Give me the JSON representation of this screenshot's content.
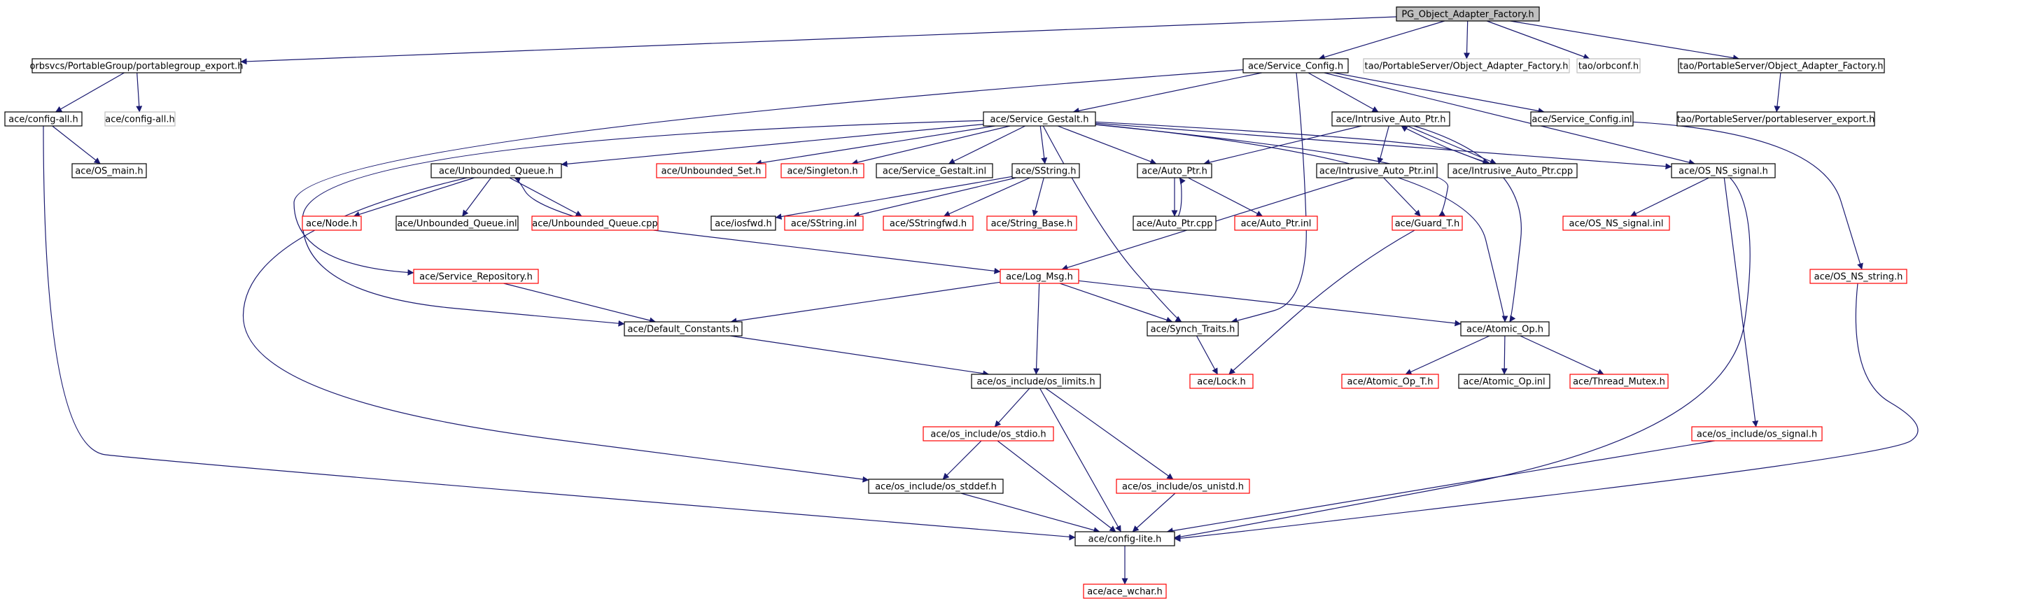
{
  "colors": {
    "edge": "#191970",
    "border_default": "#000000",
    "border_external": "#ff0000",
    "border_missing": "#bfbfbf",
    "root_fill": "#bfbfbf",
    "text": "#000000"
  },
  "nodes": [
    {
      "id": "root",
      "label": "PG_Object_Adapter_Factory.h",
      "kind": "root"
    },
    {
      "id": "pg_export",
      "label": "orbsvcs/PortableGroup/portablegroup_export.h",
      "kind": "default"
    },
    {
      "id": "svc_config",
      "label": "ace/Service_Config.h",
      "kind": "default"
    },
    {
      "id": "tao_oaf",
      "label": "tao/PortableServer/Object_Adapter_Factory.h",
      "kind": "missing"
    },
    {
      "id": "orbconf",
      "label": "tao/orbconf.h",
      "kind": "missing"
    },
    {
      "id": "ps_oaf",
      "label": "tao/PortableServer/Object_Adapter_Factory.h",
      "kind": "default"
    },
    {
      "id": "config_all",
      "label": "ace/config-all.h",
      "kind": "default"
    },
    {
      "id": "config_all2",
      "label": "ace/config-all.h",
      "kind": "missing"
    },
    {
      "id": "ps_export",
      "label": "tao/PortableServer/portableserver_export.h",
      "kind": "default"
    },
    {
      "id": "svc_gestalt",
      "label": "ace/Service_Gestalt.h",
      "kind": "default"
    },
    {
      "id": "intr_ptr",
      "label": "ace/Intrusive_Auto_Ptr.h",
      "kind": "default"
    },
    {
      "id": "svc_config_inl",
      "label": "ace/Service_Config.inl",
      "kind": "default"
    },
    {
      "id": "os_main",
      "label": "ace/OS_main.h",
      "kind": "default"
    },
    {
      "id": "unb_queue",
      "label": "ace/Unbounded_Queue.h",
      "kind": "default"
    },
    {
      "id": "unb_set",
      "label": "ace/Unbounded_Set.h",
      "kind": "external"
    },
    {
      "id": "singleton",
      "label": "ace/Singleton.h",
      "kind": "external"
    },
    {
      "id": "gestalt_inl",
      "label": "ace/Service_Gestalt.inl",
      "kind": "default"
    },
    {
      "id": "sstring",
      "label": "ace/SString.h",
      "kind": "default"
    },
    {
      "id": "auto_ptr",
      "label": "ace/Auto_Ptr.h",
      "kind": "default"
    },
    {
      "id": "intr_ptr_inl",
      "label": "ace/Intrusive_Auto_Ptr.inl",
      "kind": "default"
    },
    {
      "id": "intr_ptr_cpp",
      "label": "ace/Intrusive_Auto_Ptr.cpp",
      "kind": "default"
    },
    {
      "id": "os_ns_signal",
      "label": "ace/OS_NS_signal.h",
      "kind": "default"
    },
    {
      "id": "node_h",
      "label": "ace/Node.h",
      "kind": "external"
    },
    {
      "id": "unb_queue_inl",
      "label": "ace/Unbounded_Queue.inl",
      "kind": "default"
    },
    {
      "id": "unb_queue_cpp",
      "label": "ace/Unbounded_Queue.cpp",
      "kind": "external"
    },
    {
      "id": "iosfwd",
      "label": "ace/iosfwd.h",
      "kind": "default"
    },
    {
      "id": "sstring_inl",
      "label": "ace/SString.inl",
      "kind": "external"
    },
    {
      "id": "sstringfwd",
      "label": "ace/SStringfwd.h",
      "kind": "external"
    },
    {
      "id": "string_base",
      "label": "ace/String_Base.h",
      "kind": "external"
    },
    {
      "id": "auto_ptr_cpp",
      "label": "ace/Auto_Ptr.cpp",
      "kind": "default"
    },
    {
      "id": "auto_ptr_inl",
      "label": "ace/Auto_Ptr.inl",
      "kind": "external"
    },
    {
      "id": "guard_t",
      "label": "ace/Guard_T.h",
      "kind": "external"
    },
    {
      "id": "os_ns_signal_inl",
      "label": "ace/OS_NS_signal.inl",
      "kind": "external"
    },
    {
      "id": "svc_repo",
      "label": "ace/Service_Repository.h",
      "kind": "external"
    },
    {
      "id": "log_msg",
      "label": "ace/Log_Msg.h",
      "kind": "external"
    },
    {
      "id": "os_ns_string",
      "label": "ace/OS_NS_string.h",
      "kind": "external"
    },
    {
      "id": "def_const",
      "label": "ace/Default_Constants.h",
      "kind": "default"
    },
    {
      "id": "synch_traits",
      "label": "ace/Synch_Traits.h",
      "kind": "default"
    },
    {
      "id": "atomic_op",
      "label": "ace/Atomic_Op.h",
      "kind": "default"
    },
    {
      "id": "os_limits",
      "label": "ace/os_include/os_limits.h",
      "kind": "default"
    },
    {
      "id": "lock_h",
      "label": "ace/Lock.h",
      "kind": "external"
    },
    {
      "id": "atomic_op_t",
      "label": "ace/Atomic_Op_T.h",
      "kind": "external"
    },
    {
      "id": "atomic_op_inl",
      "label": "ace/Atomic_Op.inl",
      "kind": "default"
    },
    {
      "id": "thread_mutex",
      "label": "ace/Thread_Mutex.h",
      "kind": "external"
    },
    {
      "id": "os_stdio",
      "label": "ace/os_include/os_stdio.h",
      "kind": "external"
    },
    {
      "id": "os_signal",
      "label": "ace/os_include/os_signal.h",
      "kind": "external"
    },
    {
      "id": "os_stddef",
      "label": "ace/os_include/os_stddef.h",
      "kind": "default"
    },
    {
      "id": "os_unistd",
      "label": "ace/os_include/os_unistd.h",
      "kind": "external"
    },
    {
      "id": "config_lite",
      "label": "ace/config-lite.h",
      "kind": "default"
    },
    {
      "id": "ace_wchar",
      "label": "ace/ace_wchar.h",
      "kind": "external"
    }
  ],
  "edges": [
    [
      "root",
      "pg_export"
    ],
    [
      "root",
      "svc_config"
    ],
    [
      "root",
      "tao_oaf"
    ],
    [
      "root",
      "orbconf"
    ],
    [
      "root",
      "ps_oaf"
    ],
    [
      "pg_export",
      "config_all"
    ],
    [
      "pg_export",
      "config_all2"
    ],
    [
      "ps_oaf",
      "ps_export"
    ],
    [
      "config_all",
      "os_main"
    ],
    [
      "config_all",
      "config_lite"
    ],
    [
      "svc_config",
      "svc_gestalt"
    ],
    [
      "svc_config",
      "intr_ptr"
    ],
    [
      "svc_config",
      "svc_config_inl"
    ],
    [
      "svc_config",
      "os_ns_signal"
    ],
    [
      "svc_config",
      "svc_repo"
    ],
    [
      "svc_config",
      "synch_traits"
    ],
    [
      "svc_config_inl",
      "os_ns_string"
    ],
    [
      "svc_gestalt",
      "unb_queue"
    ],
    [
      "svc_gestalt",
      "unb_set"
    ],
    [
      "svc_gestalt",
      "singleton"
    ],
    [
      "svc_gestalt",
      "gestalt_inl"
    ],
    [
      "svc_gestalt",
      "sstring"
    ],
    [
      "svc_gestalt",
      "auto_ptr"
    ],
    [
      "svc_gestalt",
      "intr_ptr_cpp"
    ],
    [
      "svc_gestalt",
      "os_ns_signal"
    ],
    [
      "svc_gestalt",
      "guard_t"
    ],
    [
      "svc_gestalt",
      "atomic_op"
    ],
    [
      "svc_gestalt",
      "def_const"
    ],
    [
      "svc_gestalt",
      "synch_traits"
    ],
    [
      "intr_ptr",
      "auto_ptr"
    ],
    [
      "intr_ptr",
      "intr_ptr_inl"
    ],
    [
      "intr_ptr",
      "intr_ptr_cpp"
    ],
    [
      "intr_ptr",
      "atomic_op"
    ],
    [
      "intr_ptr_cpp",
      "intr_ptr"
    ],
    [
      "intr_ptr_inl",
      "guard_t"
    ],
    [
      "intr_ptr_inl",
      "log_msg"
    ],
    [
      "unb_queue",
      "node_h"
    ],
    [
      "unb_queue",
      "unb_queue_inl"
    ],
    [
      "unb_queue",
      "unb_queue_cpp"
    ],
    [
      "unb_queue",
      "os_stddef"
    ],
    [
      "unb_queue_cpp",
      "unb_queue"
    ],
    [
      "unb_queue_cpp",
      "log_msg"
    ],
    [
      "sstring",
      "iosfwd"
    ],
    [
      "sstring",
      "sstring_inl"
    ],
    [
      "sstring",
      "sstringfwd"
    ],
    [
      "sstring",
      "string_base"
    ],
    [
      "auto_ptr",
      "auto_ptr_cpp"
    ],
    [
      "auto_ptr",
      "auto_ptr_inl"
    ],
    [
      "auto_ptr_cpp",
      "auto_ptr"
    ],
    [
      "guard_t",
      "lock_h"
    ],
    [
      "os_ns_signal",
      "os_ns_signal_inl"
    ],
    [
      "os_ns_signal",
      "os_signal"
    ],
    [
      "os_ns_signal",
      "config_lite"
    ],
    [
      "svc_repo",
      "def_const"
    ],
    [
      "log_msg",
      "def_const"
    ],
    [
      "log_msg",
      "synch_traits"
    ],
    [
      "log_msg",
      "atomic_op"
    ],
    [
      "log_msg",
      "os_limits"
    ],
    [
      "os_ns_string",
      "config_lite"
    ],
    [
      "def_const",
      "os_limits"
    ],
    [
      "synch_traits",
      "lock_h"
    ],
    [
      "atomic_op",
      "atomic_op_t"
    ],
    [
      "atomic_op",
      "atomic_op_inl"
    ],
    [
      "atomic_op",
      "thread_mutex"
    ],
    [
      "os_limits",
      "os_stdio"
    ],
    [
      "os_limits",
      "os_unistd"
    ],
    [
      "os_limits",
      "config_lite"
    ],
    [
      "os_stdio",
      "os_stddef"
    ],
    [
      "os_stdio",
      "config_lite"
    ],
    [
      "os_signal",
      "config_lite"
    ],
    [
      "os_stddef",
      "config_lite"
    ],
    [
      "os_unistd",
      "config_lite"
    ],
    [
      "config_lite",
      "ace_wchar"
    ]
  ]
}
